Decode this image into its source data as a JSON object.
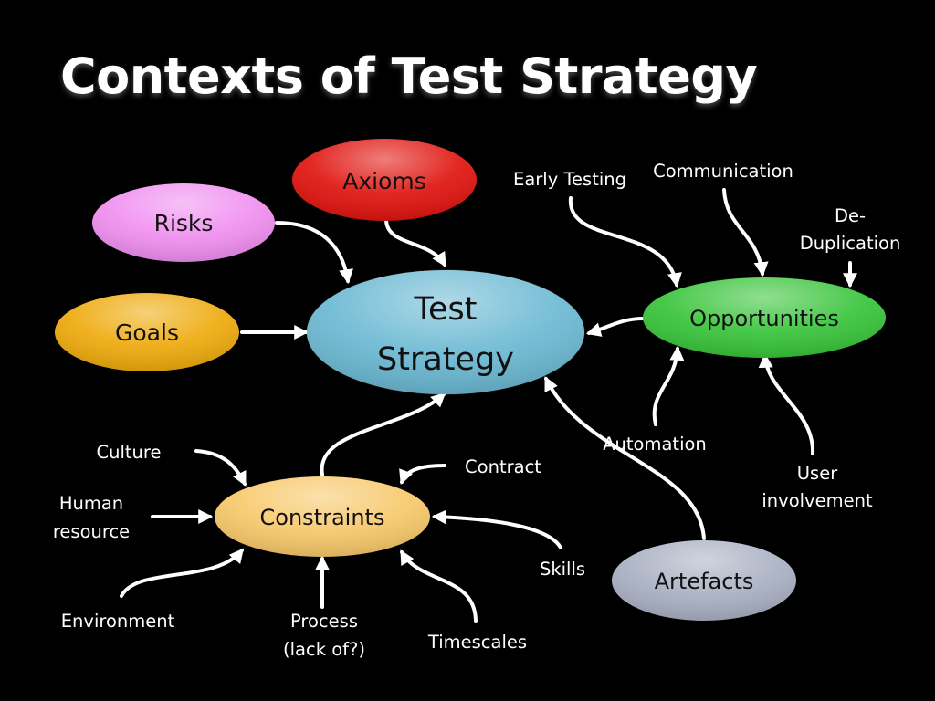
{
  "title": "Contexts of Test Strategy",
  "nodes": {
    "test_strategy": {
      "line1": "Test",
      "line2": "Strategy",
      "color": "#6bb9d3"
    },
    "axioms": {
      "label": "Axioms",
      "color": "#e0140f"
    },
    "risks": {
      "label": "Risks",
      "color": "#f08ef0"
    },
    "goals": {
      "label": "Goals",
      "color": "#eeaa0c"
    },
    "opportunities": {
      "label": "Opportunities",
      "color": "#38c43a"
    },
    "constraints": {
      "label": "Constraints",
      "color": "#f7c86a"
    },
    "artefacts": {
      "label": "Artefacts",
      "color": "#a9b0c2"
    }
  },
  "labels": {
    "early_testing": "Early Testing",
    "communication": "Communication",
    "de_duplication_1": "De-",
    "de_duplication_2": "Duplication",
    "automation": "Automation",
    "user_involvement_1": "User",
    "user_involvement_2": "involvement",
    "culture": "Culture",
    "human_resource_1": "Human",
    "human_resource_2": "resource",
    "contract": "Contract",
    "skills": "Skills",
    "environment": "Environment",
    "process_1": "Process",
    "process_2": "(lack of?)",
    "timescales": "Timescales"
  }
}
